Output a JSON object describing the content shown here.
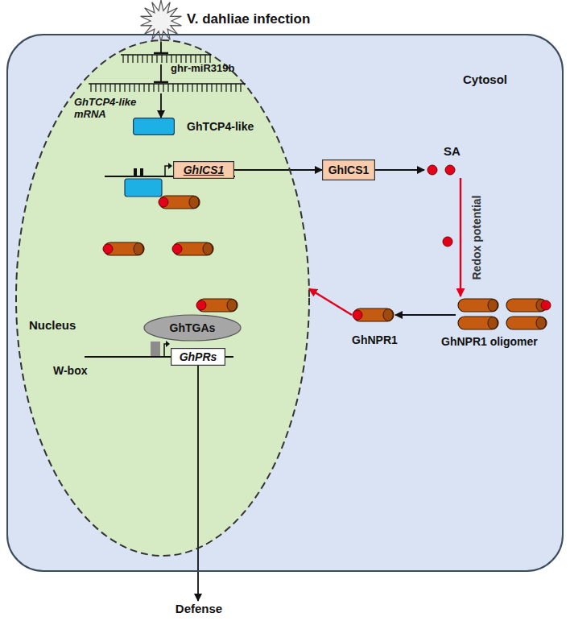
{
  "diagram": {
    "nodes": [
      {
        "text": [
          "V. dahliae infection"
        ]
      },
      {
        "text": [
          "Cytosol"
        ]
      },
      {
        "text": [
          "Nucleus"
        ],
        "in": 1
      },
      {
        "text": [
          "ghr-miR319b"
        ],
        "in": 2
      },
      {
        "text": [
          "GhTCP4-like mRNA"
        ],
        "in": 2
      },
      {
        "text": [
          "GhTCP4-like"
        ],
        "in": 2
      },
      {
        "text": [
          "GhICS1"
        ],
        "in": 2
      },
      {
        "text": [
          "GhICS1"
        ],
        "in": 1
      },
      {
        "text": [
          "SA"
        ],
        "in": 1
      },
      {
        "text": [
          "GhNPR1 oligomer"
        ],
        "in": 1
      },
      {
        "text": [
          "GhNPR1"
        ],
        "in": 1
      },
      {
        "text": [
          "GhTGAs"
        ],
        "in": 2
      },
      {
        "text": [
          "GhPRs"
        ],
        "in": 2
      },
      {
        "text": [
          "Defense"
        ]
      }
    ],
    "edges": [
      {
        "from": 0,
        "to": 3,
        "arrow": "to"
      },
      {
        "from": 3,
        "to": 4,
        "arrow": "to"
      },
      {
        "from": 4,
        "to": 5,
        "arrow": "to"
      },
      {
        "from": 6,
        "to": 7,
        "arrow": "to"
      },
      {
        "from": 7,
        "to": 8,
        "arrow": "to"
      },
      {
        "from": 8,
        "to": 9,
        "label": "Redox potential",
        "arrow": "to"
      },
      {
        "from": 9,
        "to": 10,
        "arrow": "to"
      },
      {
        "from": 10,
        "to": 2,
        "arrow": "to"
      },
      {
        "from": 12,
        "to": 13,
        "arrow": "to"
      }
    ],
    "labels": [
      "W-box"
    ]
  }
}
